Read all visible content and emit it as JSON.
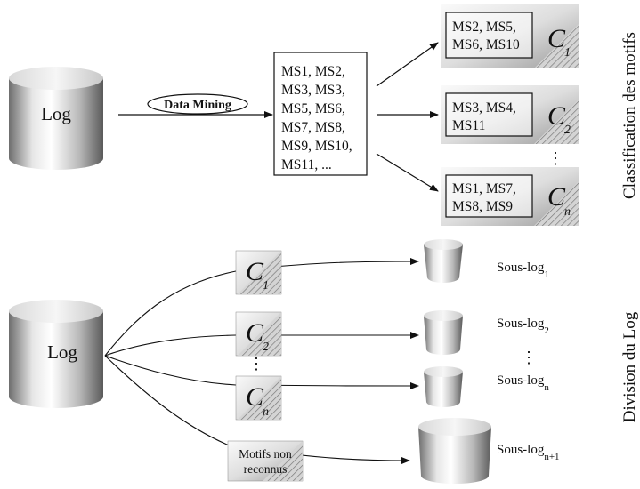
{
  "top": {
    "log_label": "Log",
    "mining_label": "Data Mining",
    "motif_list": [
      "MS1, MS2,",
      "MS3, MS3,",
      "MS5, MS6,",
      "MS7, MS8,",
      "MS9, MS10,",
      "MS11, ..."
    ],
    "clusters": [
      {
        "lines": [
          "MS2, MS5,",
          "MS6, MS10"
        ],
        "symbol": "C",
        "index": "1"
      },
      {
        "lines": [
          "MS3, MS4,",
          "MS11"
        ],
        "symbol": "C",
        "index": "2"
      },
      {
        "lines": [
          "MS1, MS7,",
          "MS8, MS9"
        ],
        "symbol": "C",
        "index": "n"
      }
    ],
    "ellipsis": "⋮",
    "side_label": "Classification des motifs"
  },
  "bottom": {
    "log_label": "Log",
    "filters": [
      {
        "symbol": "C",
        "index": "1"
      },
      {
        "symbol": "C",
        "index": "2"
      },
      {
        "symbol": "C",
        "index": "n"
      }
    ],
    "filter_ellipsis": "⋮",
    "unrecognized": [
      "Motifs non",
      "reconnus"
    ],
    "sublogs": [
      {
        "base": "Sous-log",
        "sub": "1"
      },
      {
        "base": "Sous-log",
        "sub": "2"
      },
      {
        "base": "Sous-log",
        "sub": "n"
      },
      {
        "base": "Sous-log",
        "sub": "n+1"
      }
    ],
    "sublog_ellipsis": "⋮",
    "side_label": "Division du Log"
  }
}
